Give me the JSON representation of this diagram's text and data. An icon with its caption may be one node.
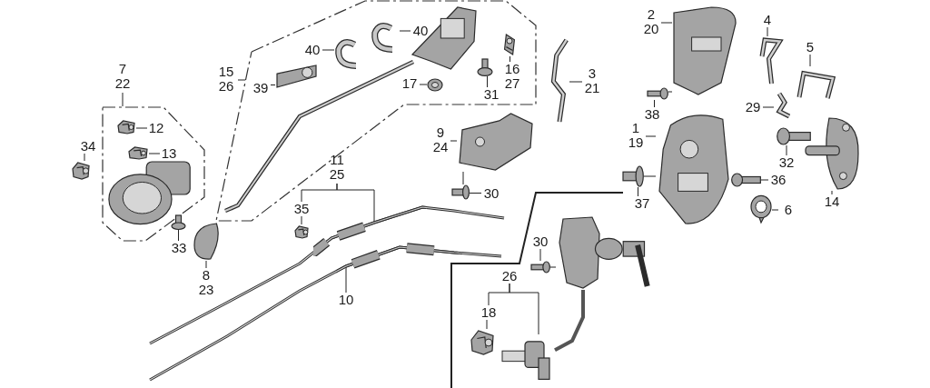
{
  "diagram": {
    "nodes": [
      {
        "text": [
          "7",
          "22"
        ]
      },
      {
        "text": [],
        "shape": "box"
      },
      {
        "text": [],
        "shape": "picture",
        "in": 1
      },
      {
        "text": [
          "12"
        ],
        "in": 1
      },
      {
        "text": [],
        "shape": "picture",
        "in": 1
      },
      {
        "text": [
          "13"
        ],
        "in": 1
      },
      {
        "text": [],
        "shape": "picture",
        "in": 1
      },
      {
        "text": [],
        "shape": "picture"
      },
      {
        "text": [
          "34"
        ]
      },
      {
        "text": [],
        "shape": "picture"
      },
      {
        "text": [
          "33"
        ]
      },
      {
        "text": [],
        "shape": "picture"
      },
      {
        "text": [
          "8",
          "23"
        ]
      },
      {
        "text": [
          "15",
          "26"
        ]
      },
      {
        "text": [],
        "shape": "box"
      },
      {
        "text": [],
        "shape": "picture",
        "in": 14
      },
      {
        "text": [
          "39"
        ],
        "in": 14
      },
      {
        "text": [],
        "shape": "picture",
        "in": 14
      },
      {
        "text": [
          "40"
        ],
        "in": 14
      },
      {
        "text": [],
        "shape": "picture",
        "in": 14
      },
      {
        "text": [
          "40"
        ],
        "in": 14
      },
      {
        "text": [],
        "shape": "picture",
        "in": 14
      },
      {
        "text": [],
        "shape": "picture",
        "in": 14
      },
      {
        "text": [
          "17"
        ],
        "in": 14
      },
      {
        "text": [],
        "shape": "picture",
        "in": 14
      },
      {
        "text": [
          "16",
          "27"
        ],
        "in": 14
      },
      {
        "text": [],
        "shape": "picture",
        "in": 14
      },
      {
        "text": [
          "31"
        ],
        "in": 14
      },
      {
        "text": [],
        "shape": "picture"
      },
      {
        "text": [
          "3",
          "21"
        ]
      },
      {
        "text": [],
        "shape": "picture"
      },
      {
        "text": [
          "9",
          "24"
        ]
      },
      {
        "text": [],
        "shape": "picture"
      },
      {
        "text": [
          "30"
        ]
      },
      {
        "text": [
          "11",
          "25"
        ]
      },
      {
        "text": [
          "35"
        ]
      },
      {
        "text": [],
        "shape": "picture"
      },
      {
        "text": [],
        "shape": "picture"
      },
      {
        "text": [],
        "shape": "picture"
      },
      {
        "text": [
          "10"
        ]
      },
      {
        "text": [],
        "shape": "picture"
      },
      {
        "text": [],
        "shape": "picture"
      },
      {
        "text": [
          "30"
        ]
      },
      {
        "text": [
          "26"
        ]
      },
      {
        "text": [
          "18"
        ]
      },
      {
        "text": [],
        "shape": "picture"
      },
      {
        "text": [],
        "shape": "picture"
      },
      {
        "text": [],
        "shape": "picture"
      },
      {
        "text": [
          "2",
          "20"
        ]
      },
      {
        "text": [],
        "shape": "picture"
      },
      {
        "text": [
          "38"
        ]
      },
      {
        "text": [],
        "shape": "picture"
      },
      {
        "text": [
          "4"
        ]
      },
      {
        "text": [],
        "shape": "picture"
      },
      {
        "text": [
          "5"
        ]
      },
      {
        "text": [],
        "shape": "picture"
      },
      {
        "text": [
          "29"
        ]
      },
      {
        "text": [],
        "shape": "picture"
      },
      {
        "text": [
          "1",
          "19"
        ]
      },
      {
        "text": [],
        "shape": "picture"
      },
      {
        "text": [
          "37"
        ]
      },
      {
        "text": [],
        "shape": "picture"
      },
      {
        "text": [
          "32"
        ]
      },
      {
        "text": [],
        "shape": "picture"
      },
      {
        "text": [
          "36"
        ]
      },
      {
        "text": [],
        "shape": "picture"
      },
      {
        "text": [
          "6"
        ]
      },
      {
        "text": [],
        "shape": "picture"
      },
      {
        "text": [
          "14"
        ]
      }
    ],
    "edges": [
      {
        "from": 0,
        "to": 1,
        "arrow": "none"
      },
      {
        "from": 3,
        "to": 2,
        "arrow": "none"
      },
      {
        "from": 5,
        "to": 4,
        "arrow": "none"
      },
      {
        "from": 8,
        "to": 7,
        "arrow": "none"
      },
      {
        "from": 10,
        "to": 9,
        "arrow": "none"
      },
      {
        "from": 12,
        "to": 11,
        "arrow": "none"
      },
      {
        "from": 13,
        "to": 14,
        "arrow": "none"
      },
      {
        "from": 16,
        "to": 15,
        "arrow": "none"
      },
      {
        "from": 18,
        "to": 17,
        "arrow": "none"
      },
      {
        "from": 20,
        "to": 19,
        "arrow": "none"
      },
      {
        "from": 23,
        "to": 22,
        "arrow": "none"
      },
      {
        "from": 25,
        "to": 24,
        "arrow": "none"
      },
      {
        "from": 27,
        "to": 26,
        "arrow": "none"
      },
      {
        "from": 29,
        "to": 28,
        "arrow": "none"
      },
      {
        "from": 31,
        "to": 30,
        "arrow": "none"
      },
      {
        "from": 33,
        "to": 32,
        "arrow": "none"
      },
      {
        "from": 34,
        "to": 35,
        "arrow": "none"
      },
      {
        "from": 34,
        "to": 37,
        "arrow": "none"
      },
      {
        "from": 35,
        "to": 36,
        "arrow": "none"
      },
      {
        "from": 39,
        "to": 38,
        "arrow": "none"
      },
      {
        "from": 42,
        "to": 41,
        "arrow": "none"
      },
      {
        "from": 43,
        "to": 44,
        "arrow": "none"
      },
      {
        "from": 43,
        "to": 46,
        "arrow": "none"
      },
      {
        "from": 44,
        "to": 45,
        "arrow": "none"
      },
      {
        "from": 48,
        "to": 47,
        "arrow": "none"
      },
      {
        "from": 50,
        "to": 49,
        "arrow": "none"
      },
      {
        "from": 52,
        "to": 51,
        "arrow": "none"
      },
      {
        "from": 54,
        "to": 53,
        "arrow": "none"
      },
      {
        "from": 56,
        "to": 55,
        "arrow": "none"
      },
      {
        "from": 58,
        "to": 57,
        "arrow": "none"
      },
      {
        "from": 60,
        "to": 59,
        "arrow": "none"
      },
      {
        "from": 62,
        "to": 61,
        "arrow": "none"
      },
      {
        "from": 64,
        "to": 63,
        "arrow": "none"
      },
      {
        "from": 66,
        "to": 65,
        "arrow": "none"
      },
      {
        "from": 68,
        "to": 67,
        "arrow": "none"
      },
      {
        "from": 49,
        "to": 47,
        "arrow": "none"
      },
      {
        "from": 32,
        "to": 30,
        "arrow": "none"
      },
      {
        "from": 59,
        "to": 57,
        "arrow": "none"
      },
      {
        "from": 41,
        "to": 40,
        "arrow": "none"
      },
      {
        "from": 40,
        "to": 46,
        "arrow": "none",
        "style": "thick"
      }
    ]
  }
}
